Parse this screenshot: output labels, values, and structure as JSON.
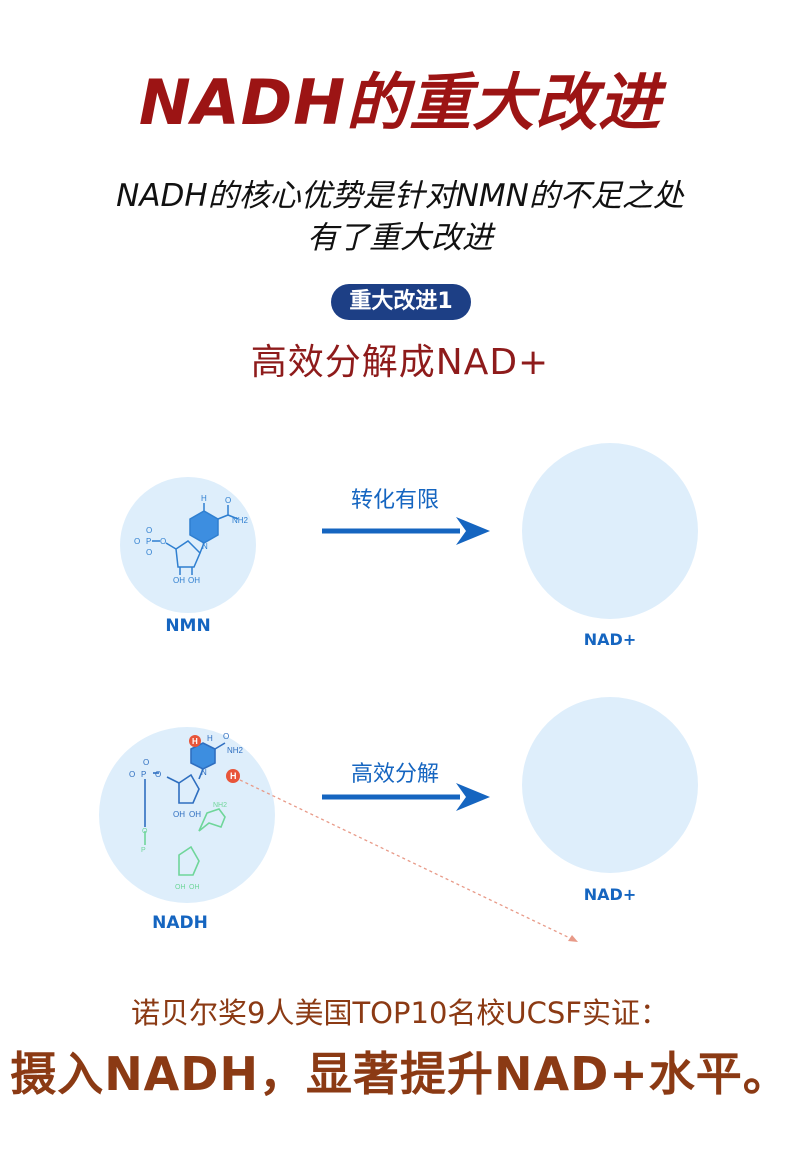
{
  "title": "NADH的重大改进",
  "subtitle": {
    "line1": "NADH的核心优势是针对NMN的不足之处",
    "line2": "有了重大改进"
  },
  "badge": "重大改进1",
  "headline": "高效分解成NAD+",
  "row1": {
    "left_label": "NMN",
    "arrow_label": "转化有限",
    "right_label": "NAD+"
  },
  "row2": {
    "left_label": "NADH",
    "arrow_label": "高效分解",
    "right_label": "NAD+"
  },
  "molecule": {
    "h": "H",
    "nh2": "NH2",
    "oh": "OH",
    "o": "O",
    "p": "P",
    "n": "N"
  },
  "bottom": {
    "line1": "诺贝尔奖9人美国TOP10名校UCSF实证：",
    "line2": "摄入NADH，显著提升NAD+水平。"
  },
  "colors": {
    "title": "#9c1414",
    "badge": "#1d3f85",
    "accent_blue": "#1565c0",
    "circle": "#deeefb",
    "hydrogen": "#e8553a",
    "bottom": "#8b3a14"
  }
}
